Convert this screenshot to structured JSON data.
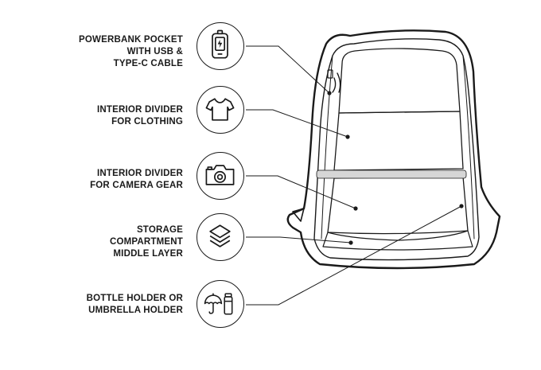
{
  "callouts": [
    {
      "lines": [
        "POWERBANK POCKET",
        "WITH USB &",
        "TYPE-C CABLE"
      ],
      "icon": "powerbank-icon"
    },
    {
      "lines": [
        "INTERIOR DIVIDER",
        "FOR CLOTHING"
      ],
      "icon": "tshirt-icon"
    },
    {
      "lines": [
        "INTERIOR DIVIDER",
        "FOR CAMERA GEAR"
      ],
      "icon": "camera-icon"
    },
    {
      "lines": [
        "STORAGE",
        "COMPARTMENT",
        "MIDDLE LAYER"
      ],
      "icon": "layers-icon"
    },
    {
      "lines": [
        "BOTTLE HOLDER OR",
        "UMBRELLA HOLDER"
      ],
      "icon": "umbrella-bottle-icon"
    }
  ],
  "colors": {
    "stroke": "#1a1a1a",
    "divider": "#d6d6d6"
  }
}
